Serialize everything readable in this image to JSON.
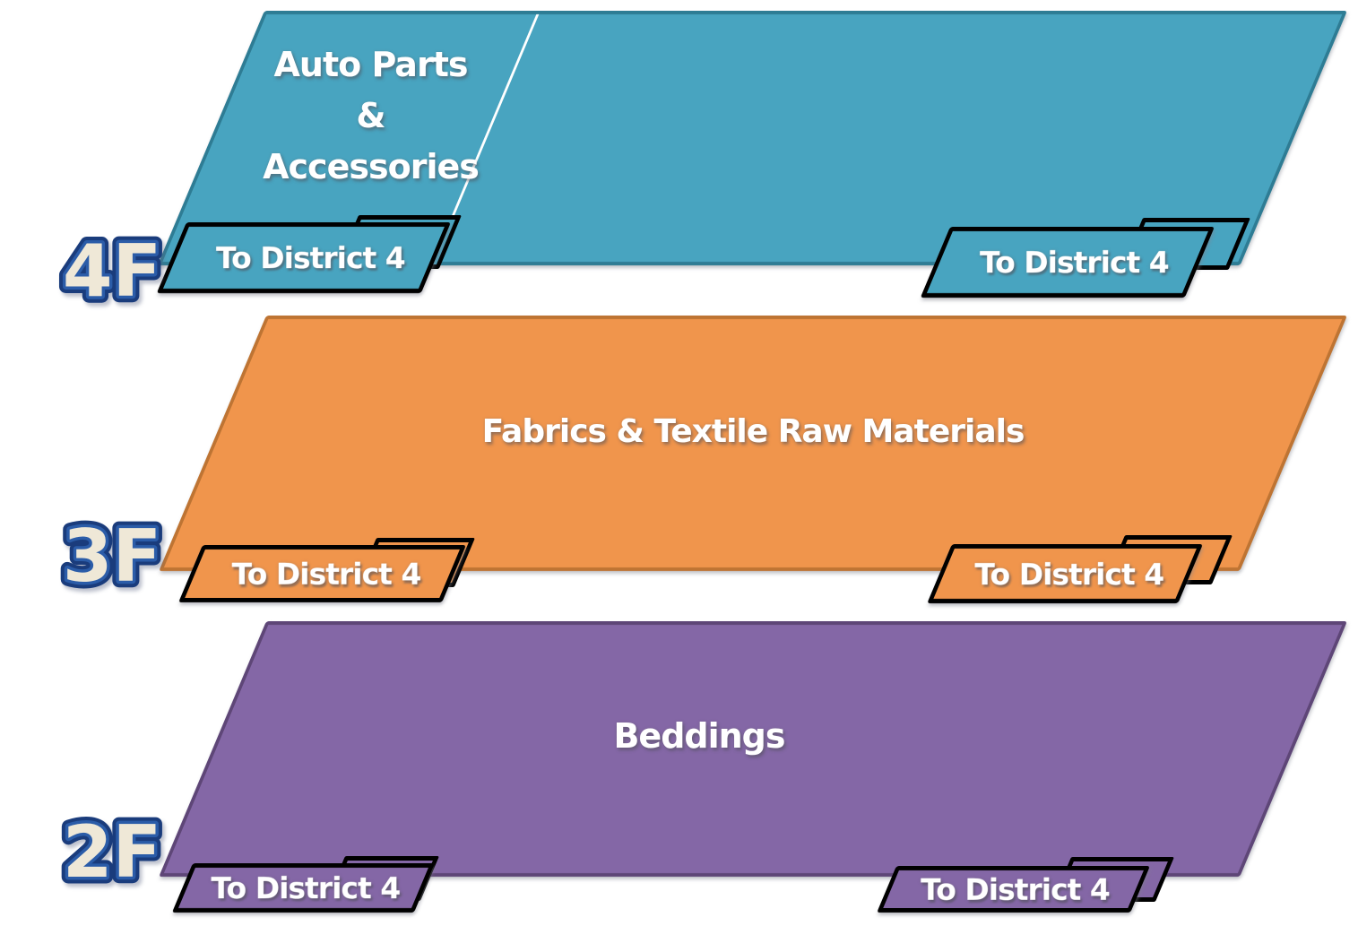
{
  "diagram": {
    "background": "#FFFFFF",
    "text_color": "#FFFFFF",
    "floor_label_style": {
      "fill": "#EFE8D7",
      "stroke": "#2B5CA8",
      "outer_stroke": "#1A3C7C"
    },
    "floors": [
      {
        "label": "4F",
        "title_lines": [
          "Auto Parts",
          "&",
          "Accessories"
        ],
        "fill": "#48A4C0",
        "border": "#2E7C94",
        "divider_color": "#FFFFFF",
        "tabs": [
          {
            "label": "To District 4"
          },
          {
            "label": "To District 4"
          }
        ]
      },
      {
        "label": "3F",
        "title_lines": [
          "Fabrics & Textile Raw Materials"
        ],
        "fill": "#F0954C",
        "border": "#BE7433",
        "tabs": [
          {
            "label": "To District 4"
          },
          {
            "label": "To District 4"
          }
        ]
      },
      {
        "label": "2F",
        "title_lines": [
          "Beddings"
        ],
        "fill": "#8467A6",
        "border": "#5E4677",
        "tabs": [
          {
            "label": "To District 4"
          },
          {
            "label": "To District 4"
          }
        ]
      }
    ]
  }
}
